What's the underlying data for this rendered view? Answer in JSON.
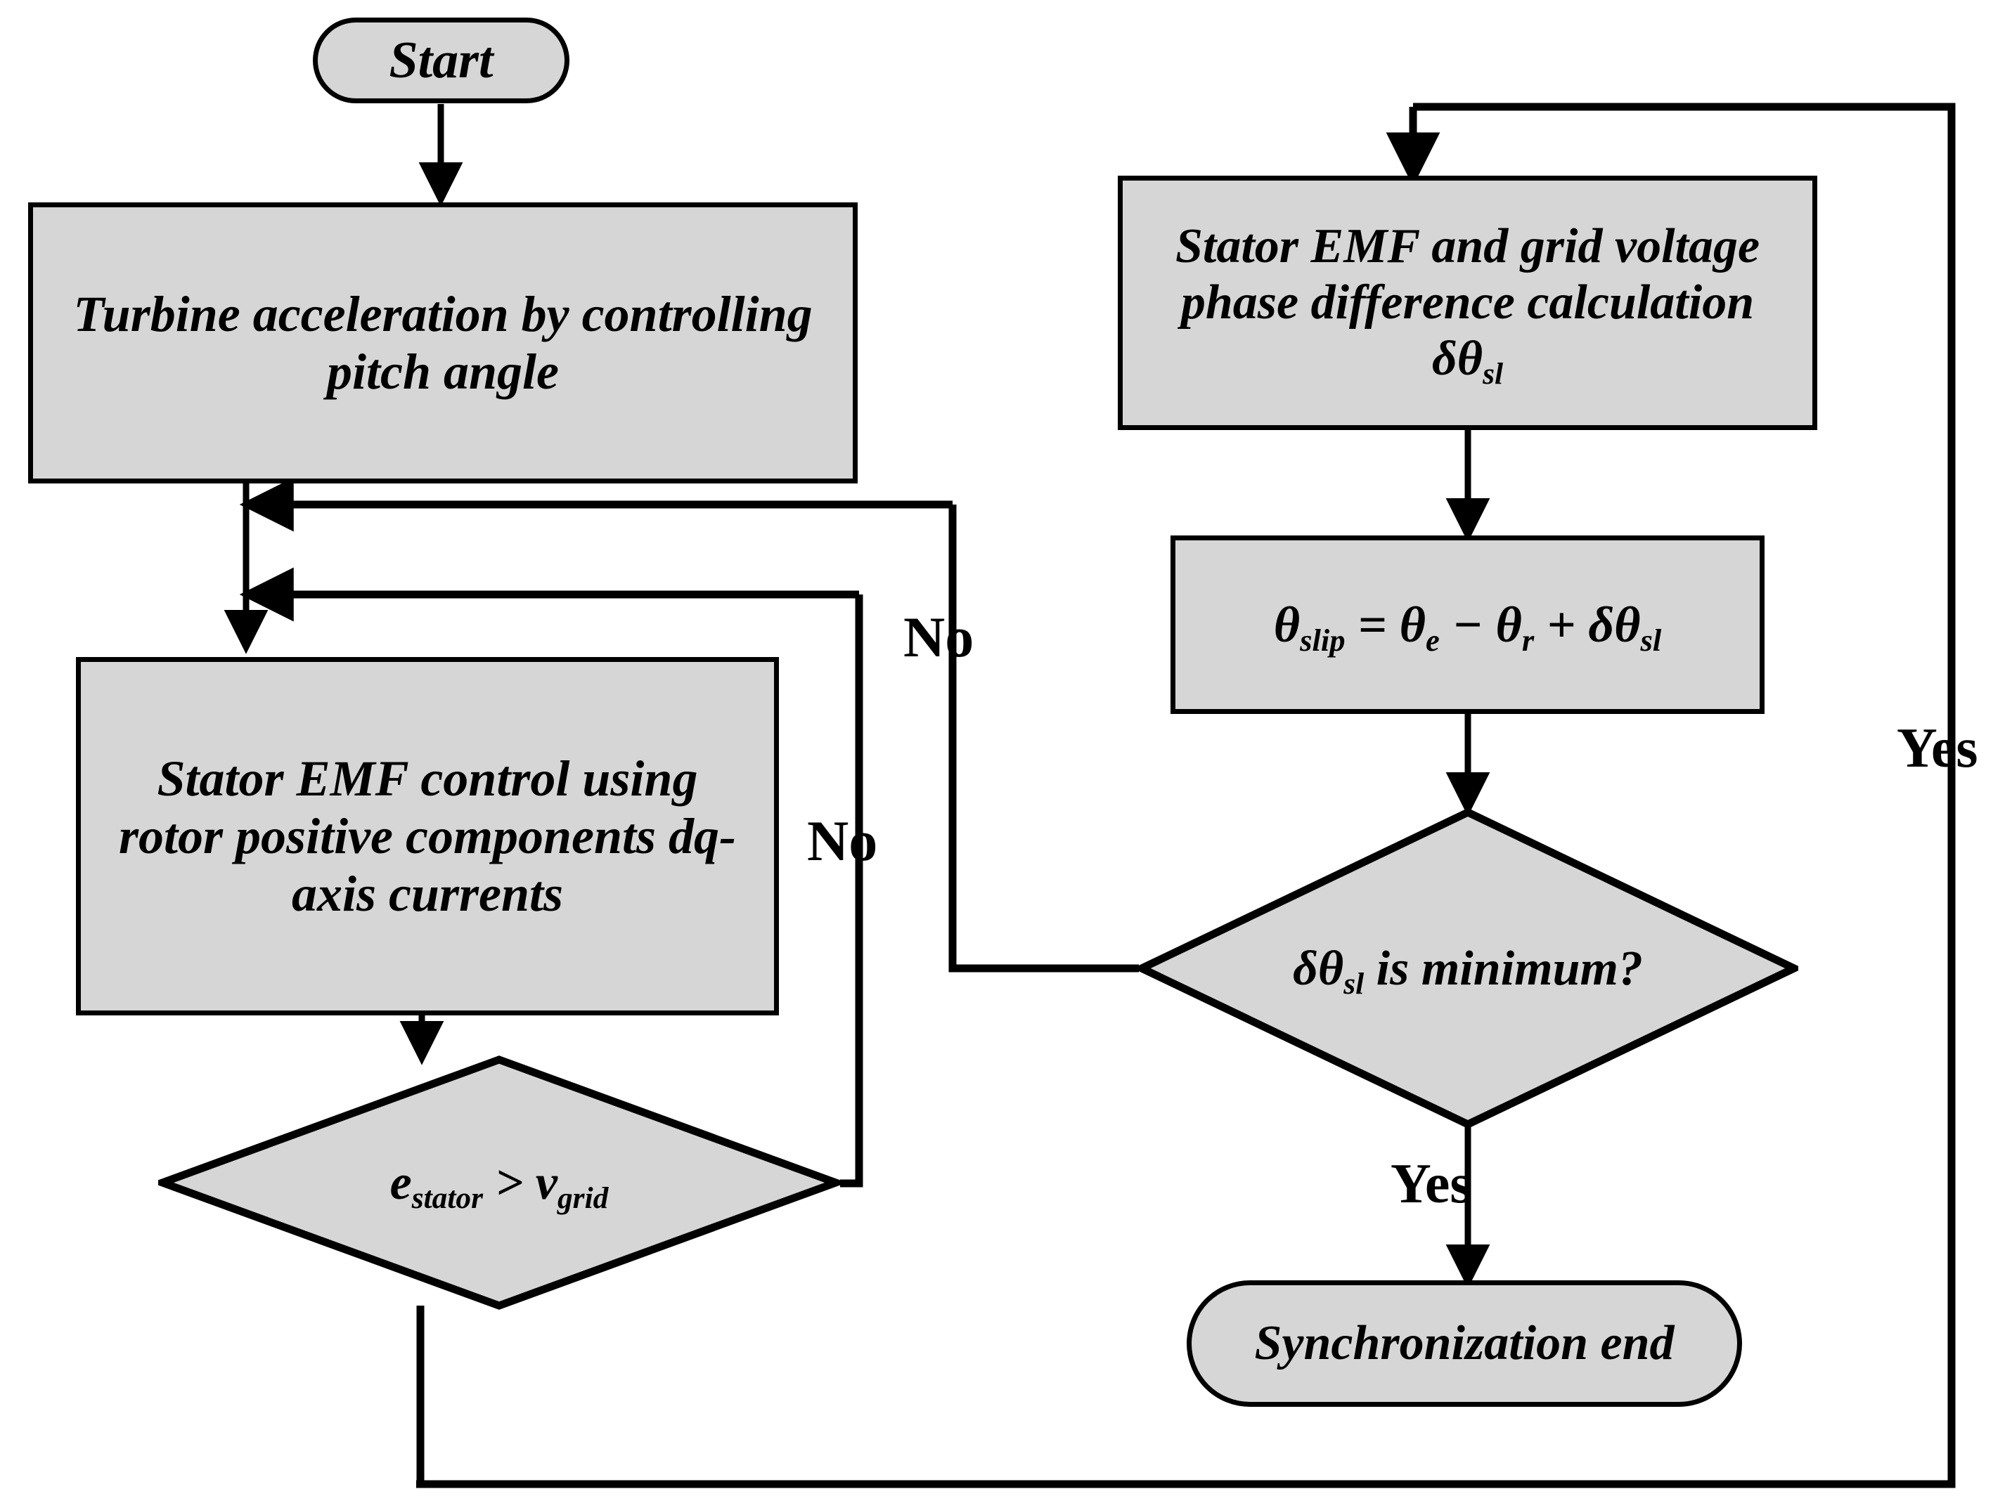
{
  "diagram": {
    "title": "Grid synchronization control flowchart",
    "type": "flowchart",
    "fill_color": "#d6d6d6",
    "stroke_color": "#000000",
    "background_color": "#ffffff"
  },
  "nodes": {
    "start": {
      "shape": "terminator",
      "label": "Start"
    },
    "turbine_acceleration": {
      "shape": "process",
      "label": "Turbine acceleration by controlling pitch angle"
    },
    "stator_emf_control": {
      "shape": "process",
      "label": "Stator EMF control using rotor positive components dq-axis currents"
    },
    "emf_compare": {
      "shape": "decision",
      "label_main": "e",
      "label_sub1": "stator",
      "label_op": " > ",
      "label_var2": "v",
      "label_sub2": "grid",
      "label_plain": "estator > vgrid"
    },
    "phase_difference": {
      "shape": "process",
      "label_pre": "Stator EMF and grid voltage phase difference calculation ",
      "label_sym": "δθ",
      "label_sub": "sl",
      "label_plain": "Stator EMF and grid voltage phase difference calculation δθsl"
    },
    "slip_equation": {
      "shape": "process",
      "parts": {
        "theta": "θ",
        "sub_slip": "slip",
        "equals": " = ",
        "theta_e": "θ",
        "sub_e": "e",
        "minus": " − ",
        "theta_r": "θ",
        "sub_r": "r",
        "plus": " + ",
        "delta_theta": "δθ",
        "sub_sl": "sl"
      },
      "label_plain": "θslip = θe − θr + δθsl"
    },
    "delta_minimum": {
      "shape": "decision",
      "label_sym": "δθ",
      "label_sub": "sl",
      "label_rest": " is minimum?",
      "label_plain": "δθsl is minimum?"
    },
    "sync_end": {
      "shape": "terminator",
      "label": "Synchronization end"
    }
  },
  "edge_labels": {
    "no_upper": "No",
    "no_lower": "No",
    "yes_bottom": "Yes",
    "yes_right": "Yes"
  }
}
